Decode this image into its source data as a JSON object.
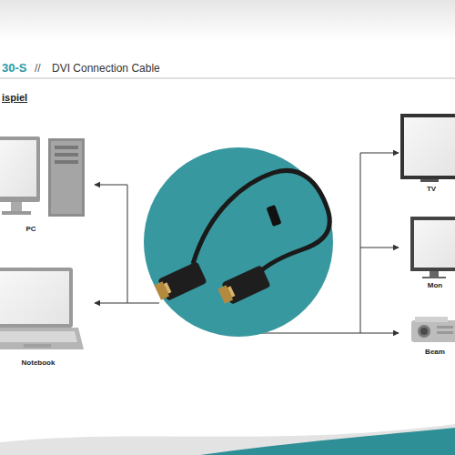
{
  "diagram": {
    "title": "DVI Connection Cable",
    "nodes": [
      {
        "text": [
          "PC"
        ]
      },
      {
        "text": [
          "Notebook"
        ]
      },
      {
        "text": [
          "TV"
        ]
      },
      {
        "text": [
          "Mon"
        ]
      },
      {
        "text": [
          "Beam"
        ]
      }
    ],
    "labels": [
      "30-S",
      "//",
      "ispiel"
    ]
  }
}
